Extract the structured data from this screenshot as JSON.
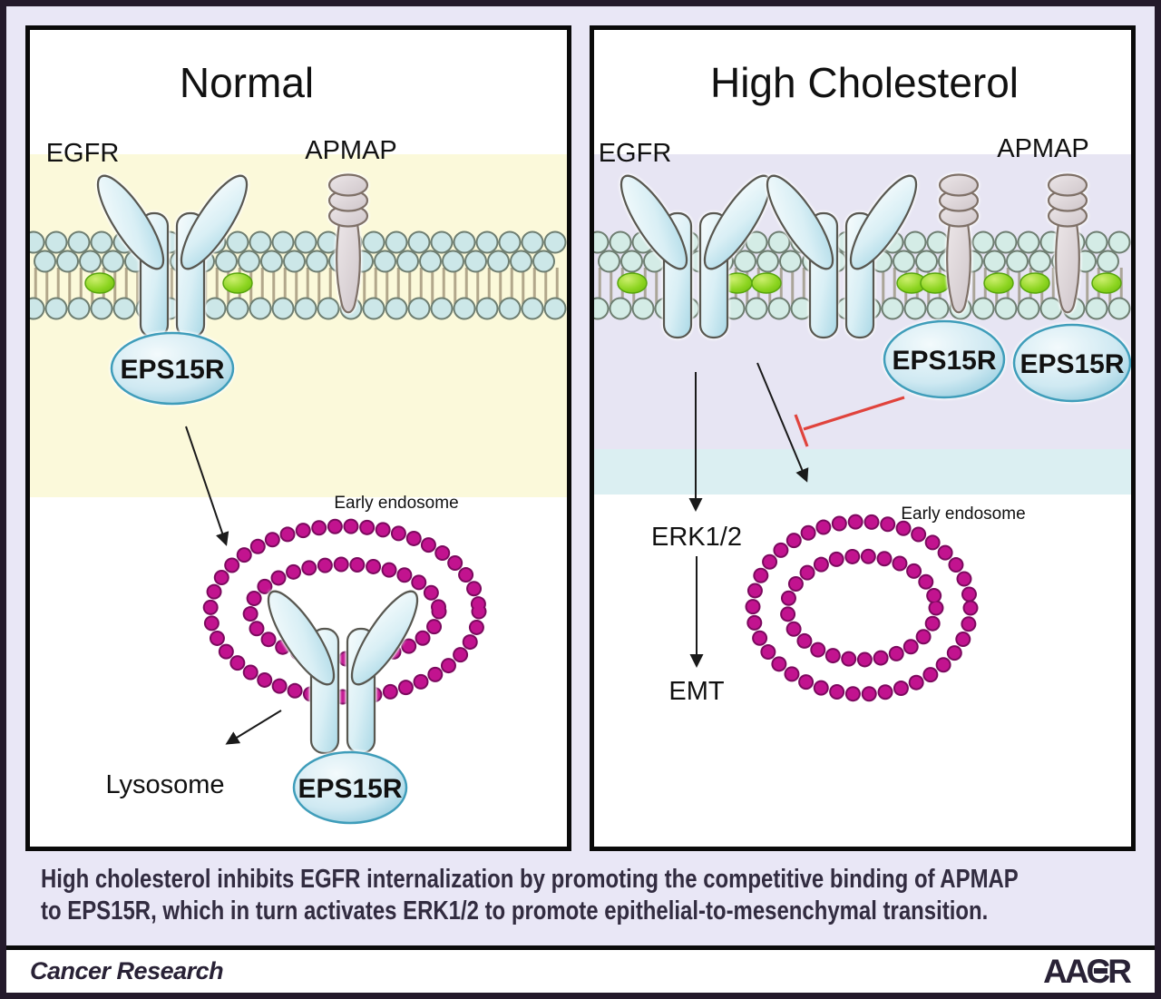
{
  "panels": {
    "normal": {
      "title": "Normal",
      "egfr_label": "EGFR",
      "apmap_label": "APMAP",
      "eps15r_membrane_label": "EPS15R",
      "early_endosome_label": "Early endosome",
      "eps15r_endosome_label": "EPS15R",
      "lysosome_label": "Lysosome"
    },
    "high_cholesterol": {
      "title": "High Cholesterol",
      "egfr_label": "EGFR",
      "apmap_label": "APMAP",
      "eps15r_label_1": "EPS15R",
      "eps15r_label_2": "EPS15R",
      "erk_label": "ERK1/2",
      "emt_label": "EMT",
      "early_endosome_label": "Early endosome"
    }
  },
  "caption": {
    "line1": "High cholesterol inhibits EGFR internalization by promoting the competitive binding of APMAP",
    "line2": "to EPS15R, which in turn activates ERK1/2 to promote epithelial-to-mesenchymal transition."
  },
  "footer": {
    "journal": "Cancer Research",
    "logo": "AACR"
  },
  "colors": {
    "frame": "#241a2b",
    "page_background": "#e9e7f6",
    "panel_background": "#ffffff",
    "normal_band_yellow": "#fbf9da",
    "high_chol_band_lavender": "#e7e5f3",
    "high_chol_band_cyan": "#dbeff2",
    "membrane_lipid": "#cce7e8",
    "membrane_outline": "#6e7e71",
    "cholesterol_green": "#7ecb14",
    "receptor_blue": "#b5dde9",
    "apmap_gray": "#d8d0d3",
    "eps15r_blue": "#bfe2ee",
    "endosome_magenta": "#c2138f",
    "inhibition_red": "#e0433c"
  }
}
